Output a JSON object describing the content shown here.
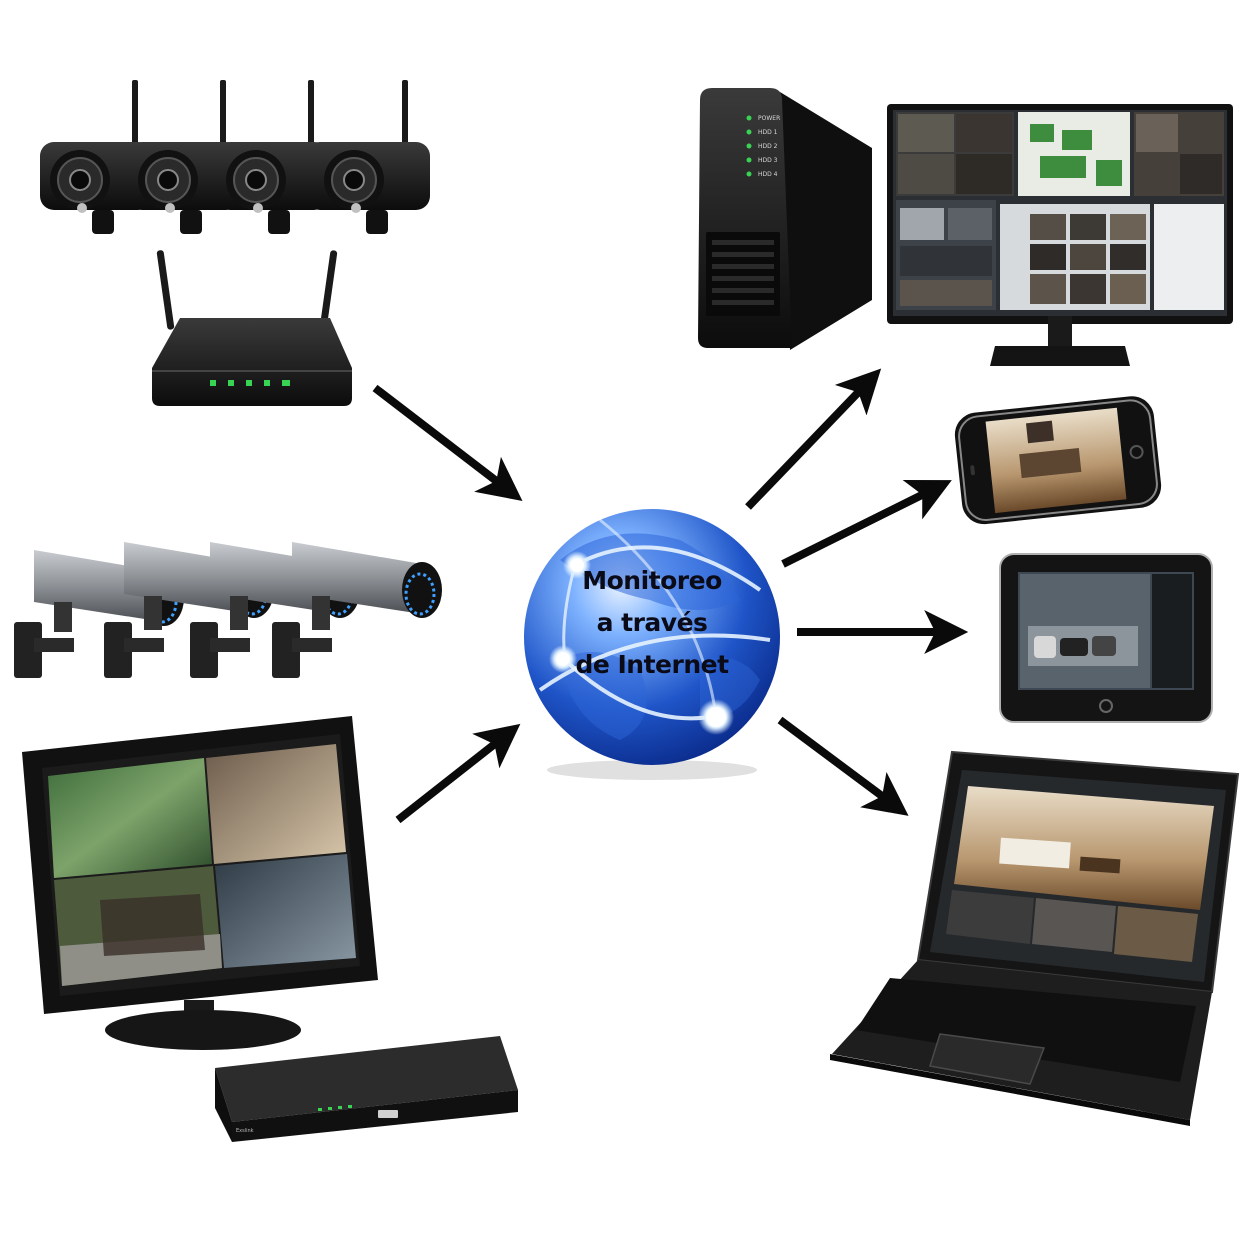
{
  "diagram": {
    "center_label": [
      "Monitoreo",
      "a través",
      "de Internet"
    ],
    "server_leds": [
      "POWER",
      "HDD 1",
      "HDD 2",
      "HDD 3",
      "HDD 4"
    ],
    "dvr_brand": "Exslink",
    "colors": {
      "arrow": "#0a0a0a",
      "globe_light": "#7fb3ff",
      "globe_dark": "#0a2a8a",
      "led_green": "#39d353",
      "device_black": "#161616",
      "camera_silver": "#8d9196",
      "ir_led_blue": "#3fa0ff"
    }
  }
}
